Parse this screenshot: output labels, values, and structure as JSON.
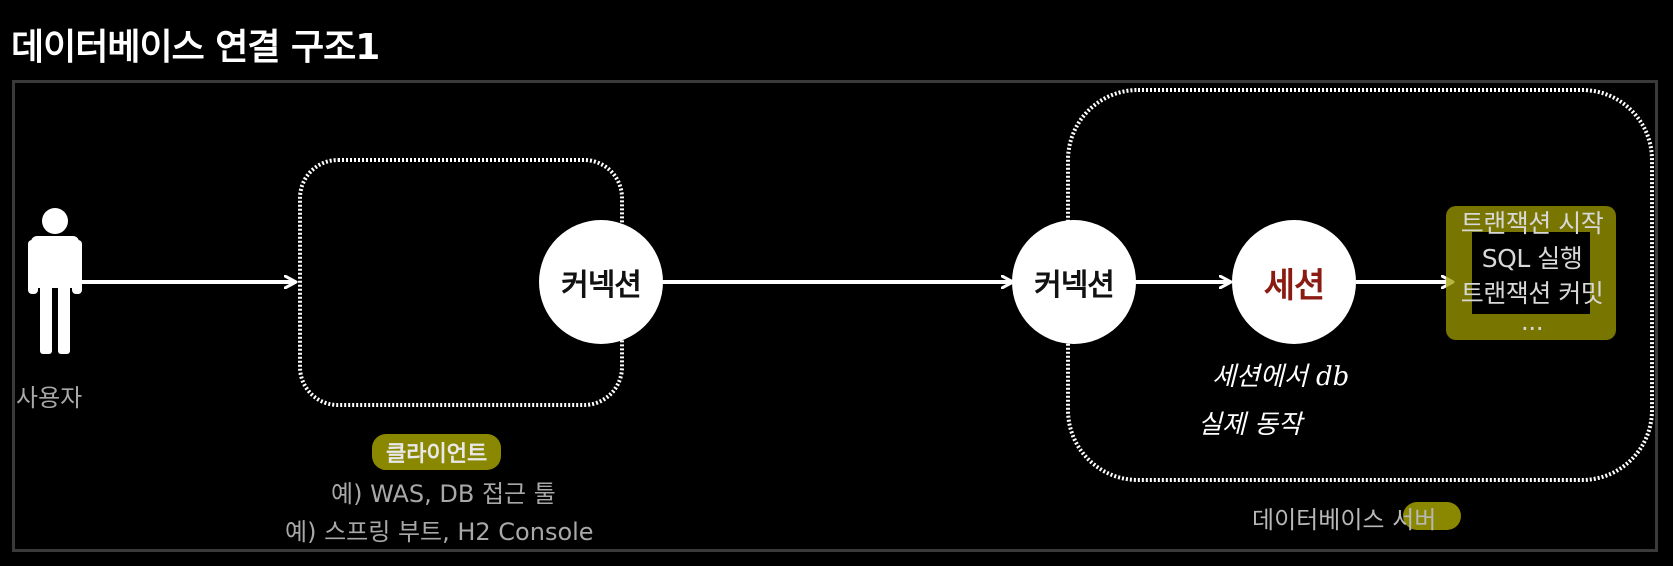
{
  "page_title": "데이터베이스 연결 구조1",
  "user": {
    "label": "사용자"
  },
  "client": {
    "tag": "클라이언트",
    "example1": "예) WAS, DB 접근 툴",
    "example2": "예) 스프링 부트, H2 Console"
  },
  "nodes": {
    "client_connection": "커넥션",
    "server_connection": "커넥션",
    "session": "세션"
  },
  "transactions": [
    "트랜잭션 시작",
    "SQL 실행",
    "트랜잭션 커밋",
    "..."
  ],
  "handwritten": {
    "line1": "세션에서 db",
    "line2": "실제 동작"
  },
  "server": {
    "label": "데이터베이스 서버"
  },
  "colors": {
    "highlight": "#8a8700",
    "session_text": "#8b1a13",
    "background": "#000000"
  }
}
